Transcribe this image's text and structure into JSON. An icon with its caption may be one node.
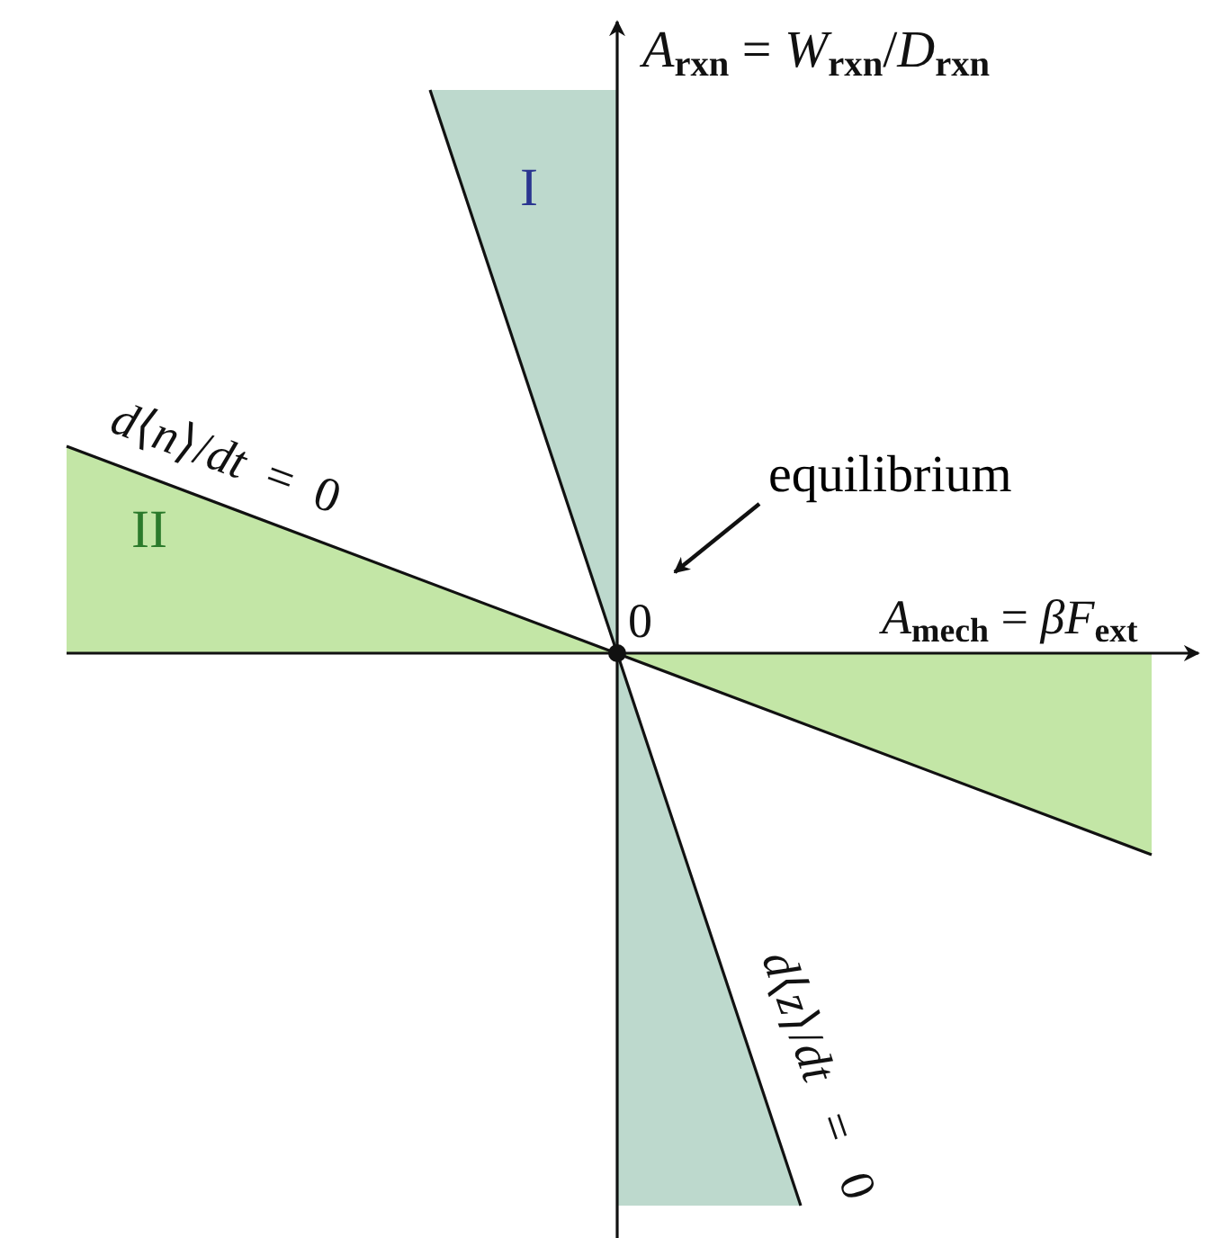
{
  "diagram": {
    "nodes": [
      {
        "text": [
          "equilibrium"
        ]
      },
      {
        "text": [],
        "shape": "circle"
      }
    ],
    "edges": [
      {
        "from": 0,
        "to": 1,
        "arrow": "to"
      }
    ],
    "labels": [
      "*A*$_{rxn}$ = *W*$_{rxn}$/*D*$_{rxn}$",
      "I",
      "*d*⟨*n*⟩/*dt* = 0",
      "II",
      "0",
      "*A*$_{mech}$ = *βF*$_{ext}$",
      "*d*⟨*z*⟩/*dt* = 0"
    ]
  }
}
